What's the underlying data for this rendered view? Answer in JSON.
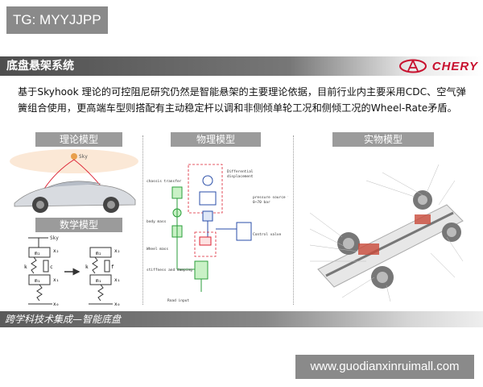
{
  "watermark_top": "TG: MYYJJPP",
  "watermark_bottom": "www.guodianxinruimall.com",
  "header": {
    "title": "底盘悬架系统",
    "brand": "CHERY"
  },
  "intro_text": "基于Skyhook 理论的可控阻尼研究仍然是智能悬架的主要理论依据，目前行业内主要采用CDC、空气弹簧组合使用，更高端车型则搭配有主动稳定杆以调和非侧倾单轮工况和侧倾工况的Wheel-Rate矛盾。",
  "panels": {
    "theory": {
      "label": "理论模型",
      "hook_label": "Sky"
    },
    "math": {
      "label": "数学模型",
      "sky_label": "Sky",
      "left": {
        "upper_mass": "m₂",
        "lower_mass": "m₁",
        "k": "k",
        "c": "c",
        "x2": "x₂",
        "x1": "x₁",
        "x0": "x₀"
      },
      "right": {
        "upper_mass": "m₂",
        "lower_mass": "m₁",
        "k": "k",
        "x2": "x₂",
        "x1": "x₁",
        "x0": "x₀",
        "f": "f"
      }
    },
    "physical": {
      "label": "物理模型",
      "labels": {
        "differential": "Differential\ndisplacement",
        "chassis": "chassis transfer",
        "body_mass": "body mass",
        "pressure": "pressure source to\n0~70 bar",
        "control": "Control valve",
        "wheel_mass": "Wheel mass",
        "stiffness": "stiffness and damping",
        "road": "Road input"
      }
    },
    "real": {
      "label": "实物模型"
    }
  },
  "footer": {
    "text": "跨学科技术集成—智能底盘"
  },
  "colors": {
    "header_dark": "#4e4e4e",
    "brand_red": "#c8102e",
    "tag_gray": "#9b9b9b",
    "watermark": "#8a8a8a"
  }
}
